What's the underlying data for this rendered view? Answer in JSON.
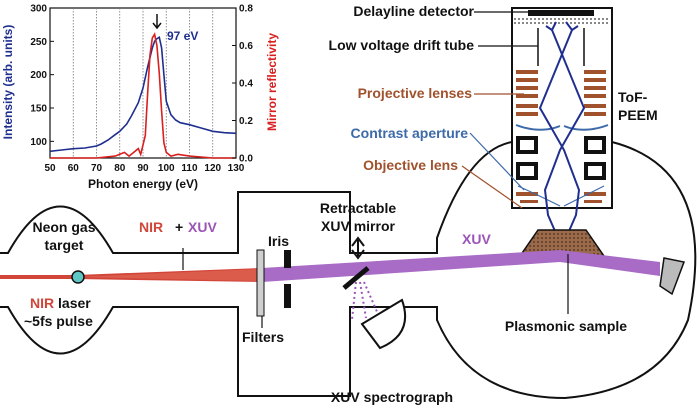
{
  "chart_data": {
    "type": "line",
    "xlabel": "Photon energy (eV)",
    "ylabel": "Intensity (arb. units)",
    "y2label": "Mirror reflectivity",
    "xlim": [
      50,
      130
    ],
    "ylim": [
      75,
      300
    ],
    "y2lim": [
      0,
      0.8
    ],
    "x_ticks": [
      "50",
      "60",
      "70",
      "80",
      "90",
      "100",
      "110",
      "120",
      "130"
    ],
    "y_ticks": [
      "100",
      "150",
      "200",
      "250",
      "300"
    ],
    "y2_ticks": [
      "0.0",
      "0.2",
      "0.4",
      "0.6",
      "0.8"
    ],
    "grid": "vertical",
    "annotation": "97 eV",
    "series": [
      {
        "color": "#1f2f8f",
        "x": [
          50,
          55,
          60,
          65,
          70,
          72,
          75,
          78,
          80,
          83,
          85,
          88,
          90,
          92,
          94,
          95,
          96,
          97,
          98,
          99,
          100,
          102,
          104,
          106,
          110,
          115,
          120,
          125,
          130
        ],
        "values": [
          85,
          87,
          89,
          90,
          93,
          96,
          102,
          110,
          115,
          126,
          138,
          158,
          180,
          212,
          240,
          250,
          254,
          256,
          240,
          200,
          160,
          140,
          132,
          128,
          125,
          120,
          115,
          113,
          112
        ]
      },
      {
        "color": "#d8201f",
        "x": [
          50,
          70,
          78,
          80,
          82,
          84,
          86,
          88,
          89,
          90,
          91,
          92,
          93,
          94,
          95,
          96,
          97,
          98,
          99,
          100,
          102,
          105,
          110,
          120,
          130
        ],
        "values": [
          0,
          0,
          0.01,
          0.02,
          0.03,
          0.01,
          0.03,
          0.05,
          0.02,
          0.07,
          0.12,
          0.35,
          0.55,
          0.64,
          0.66,
          0.6,
          0.45,
          0.25,
          0.08,
          0.03,
          0.01,
          0.02,
          0.01,
          0,
          0
        ]
      }
    ]
  },
  "labels": {
    "delayline": "Delayline detector",
    "drift": "Low voltage drift tube",
    "projective": "Projective lenses",
    "contrast": "Contrast aperture",
    "objective": "Objective lens",
    "tof1": "ToF-",
    "tof2": "PEEM",
    "neon1": "Neon gas",
    "neon2": "target",
    "nir": "NIR",
    "plus": "+",
    "xuv": "XUV",
    "iris": "Iris",
    "retract1": "Retractable",
    "retract2": "XUV mirror",
    "xuv_beam": "XUV",
    "nir_laser_nir": "NIR",
    "nir_laser_rest": " laser",
    "pulse": "~5fs pulse",
    "filters": "Filters",
    "plasmonic": "Plasmonic sample",
    "spectrograph": "XUV spectrograph"
  },
  "colors": {
    "nir": "#d2463a",
    "xuv": "#9b55b8",
    "brown": "#a0522d",
    "steel": "#3d6aa8",
    "navy": "#1f2f8f",
    "red": "#d8201f"
  }
}
